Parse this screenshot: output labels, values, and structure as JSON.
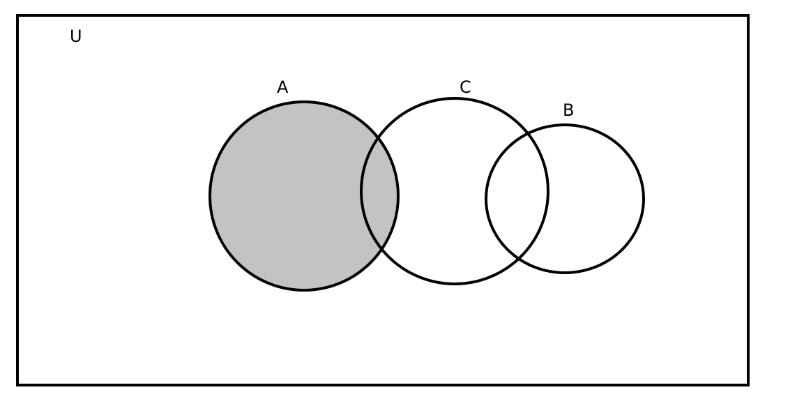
{
  "diagram": {
    "type": "venn",
    "universe_label": "U",
    "sets": [
      {
        "id": "A",
        "label": "A",
        "shaded": true
      },
      {
        "id": "C",
        "label": "C",
        "shaded": false
      },
      {
        "id": "B",
        "label": "B",
        "shaded": false
      }
    ],
    "shaded_region": "A",
    "colors": {
      "shade": "#c3c3c3",
      "stroke": "#000000",
      "background": "#ffffff"
    }
  }
}
